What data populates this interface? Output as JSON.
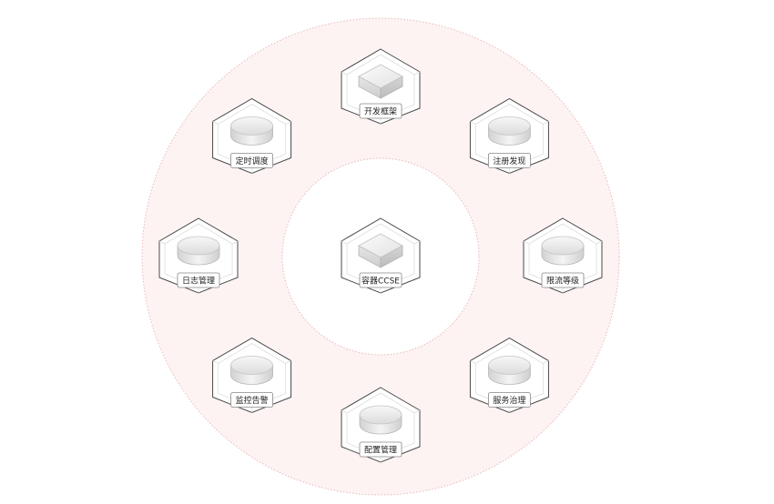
{
  "diagram": {
    "center": {
      "label": "容器CCSE",
      "icon": "box-icon"
    },
    "ring_nodes": [
      {
        "label": "开发框架",
        "icon": "box-icon"
      },
      {
        "label": "注册发现",
        "icon": "cylinder-icon"
      },
      {
        "label": "限流等级",
        "icon": "cylinder-icon"
      },
      {
        "label": "服务治理",
        "icon": "cylinder-icon"
      },
      {
        "label": "配置管理",
        "icon": "cylinder-icon"
      },
      {
        "label": "监控告警",
        "icon": "cylinder-icon"
      },
      {
        "label": "日志管理",
        "icon": "cylinder-icon"
      },
      {
        "label": "定时调度",
        "icon": "cylinder-icon"
      }
    ],
    "colors": {
      "ring_fill": "#fdf3f3",
      "ring_border": "#e9b9b9",
      "icon_stroke": "#555555",
      "label_text": "#222222",
      "label_border": "#888888"
    }
  }
}
